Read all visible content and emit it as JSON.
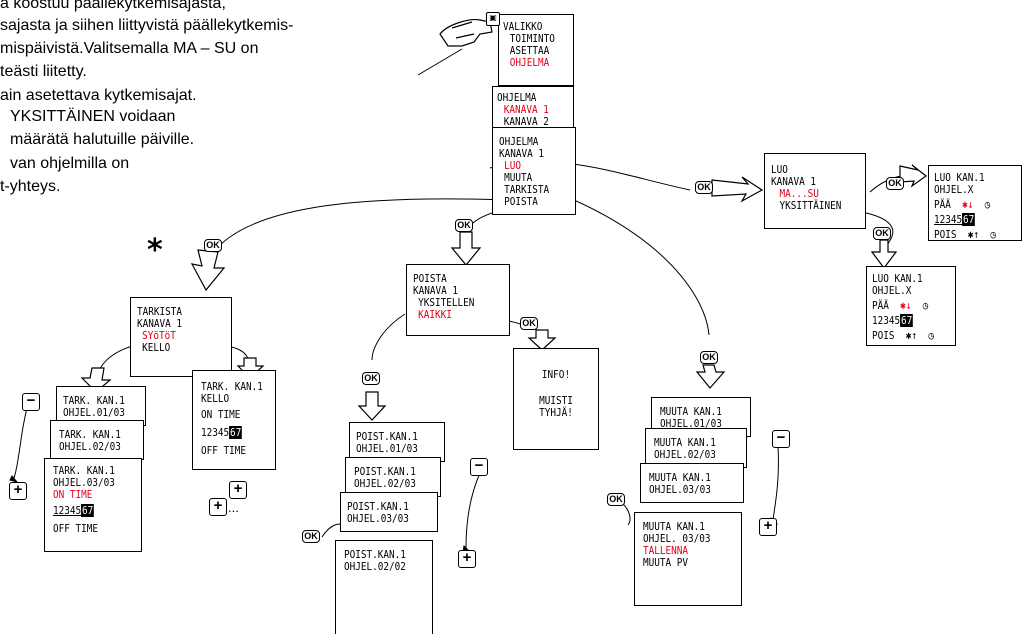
{
  "intro": {
    "lines": [
      "a koostuu päällekytkemisajasta,",
      "sajasta ja siihen liittyvistä päällekytkemis-",
      "mispäivistä.Valitsemalla MA – SU on",
      "teästi liitetty.",
      "ain asetettava kytkemisajat.",
      "YKSITTÄINEN voidaan",
      "määrätä halutuille päiville.",
      "van ohjelmilla on",
      "t-yhteys."
    ]
  },
  "menu": {
    "lines": [
      "VALIKKO",
      "TOIMINTO",
      "ASETTAA",
      "OHJELMA"
    ]
  },
  "program_channel": {
    "lines": [
      "OHJELMA",
      "KANAVA 1",
      "KANAVA 2"
    ]
  },
  "program_main": {
    "lines": [
      "OHJELMA",
      "KANAVA 1",
      "LUO",
      "MUUTA",
      "TARKISTA",
      "POISTA"
    ]
  },
  "create": {
    "lines": [
      "LUO",
      "KANAVA 1",
      "MA...SU",
      "YKSITTÄINEN"
    ]
  },
  "create_x": {
    "title": "LUO KAN.1",
    "program": "OHJEL.X",
    "on_label": "PÄÄ",
    "days": "12345",
    "days_inv": "67",
    "off_label": "POIS"
  },
  "create_y": {
    "title": "LUO KAN.1",
    "program": "OHJEL.X",
    "on_label": "PÄÄ",
    "days": "12345",
    "days_inv": "67",
    "off_label": "POIS"
  },
  "check": {
    "lines": [
      "TARKISTA",
      "KANAVA 1",
      "SYöTöT",
      "KELLO"
    ]
  },
  "check_clock": {
    "lines": [
      "TARK.  KAN.1",
      "KELLO",
      "ON TIME"
    ],
    "days": "12345",
    "days_inv": "67",
    "off": "OFF TIME"
  },
  "check_stack": [
    {
      "title": "TARK.  KAN.1",
      "program": "OHJEL.01/03"
    },
    {
      "title": "TARK.  KAN.1",
      "program": "OHJEL.02/03"
    }
  ],
  "check_front": {
    "title": "TARK.  KAN.1",
    "program": "OHJEL.03/03",
    "on": "ON TIME",
    "days": "12345",
    "days_inv": "67",
    "off": "OFF TIME"
  },
  "delete": {
    "lines": [
      "POISTA",
      "KANAVA 1",
      "YKSITELLEN",
      "KAIKKI"
    ]
  },
  "info": {
    "lines": [
      "INFO!",
      "MUISTI",
      "TYHJÄ!"
    ]
  },
  "delete_stack": [
    {
      "title": "POIST.KAN.1",
      "program": "OHJEL.01/03"
    },
    {
      "title": "POIST.KAN.1",
      "program": "OHJEL.02/03"
    },
    {
      "title": "POIST.KAN.1",
      "program": "OHJEL.03/03"
    },
    {
      "title": "POIST.KAN.1",
      "program": "OHJEL.02/02"
    }
  ],
  "modify_stack": [
    {
      "title": "MUUTA KAN.1",
      "program": "OHJEL.01/03"
    },
    {
      "title": "MUUTA KAN.1",
      "program": "OHJEL.02/03"
    },
    {
      "title": "MUUTA KAN.1",
      "program": "OHJEL.03/03"
    }
  ],
  "modify_front": {
    "title": "MUUTA KAN.1",
    "program": "OHJEL. 03/03",
    "save": "TALLENNA",
    "modify_day": "MUUTA PV"
  },
  "buttons": {
    "ok": "OK",
    "minus": "−",
    "plus": "+",
    "ellipsis": "..."
  },
  "star": "*",
  "colors": {
    "highlight": "#e0001a",
    "line": "#000000",
    "arrow_fill": "#ffffff"
  }
}
